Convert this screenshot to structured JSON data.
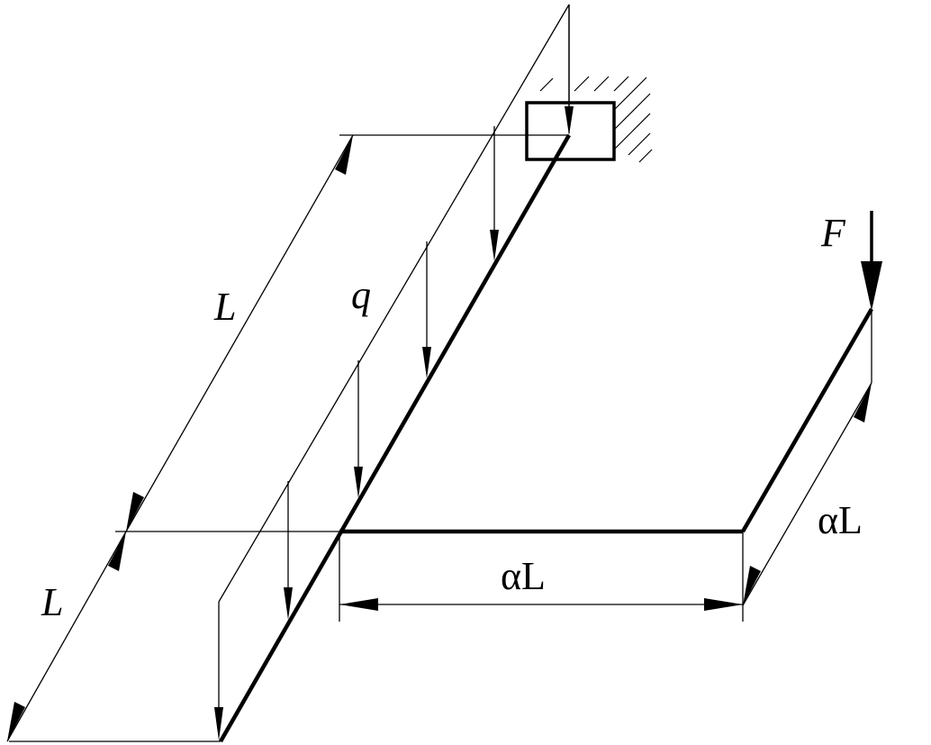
{
  "labels": {
    "force": "F",
    "distributed_load": "q",
    "length_upper": "L",
    "length_lower": "L",
    "length_alpha_horizontal": "αL",
    "length_alpha_oblique": "αL"
  }
}
